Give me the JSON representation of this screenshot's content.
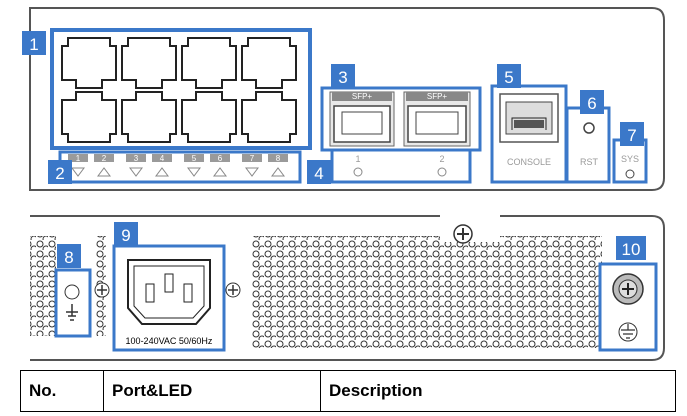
{
  "callouts": [
    "1",
    "2",
    "3",
    "4",
    "5",
    "6",
    "7",
    "8",
    "9",
    "10"
  ],
  "front": {
    "port_numbers": [
      "1",
      "2",
      "3",
      "4",
      "5",
      "6",
      "7",
      "8"
    ],
    "sfp_labels": [
      "SFP+",
      "SFP+"
    ],
    "sfp_led_numbers": [
      "1",
      "2"
    ],
    "console_label": "CONSOLE",
    "rst_label": "RST",
    "sys_label": "SYS"
  },
  "rear": {
    "power_rating": "100-240VAC  50/60Hz"
  },
  "table": {
    "headers": [
      "No.",
      "Port&LED",
      "Description"
    ]
  },
  "colors": {
    "callout_blue": "#3b78c9",
    "chassis_line": "#555555"
  }
}
